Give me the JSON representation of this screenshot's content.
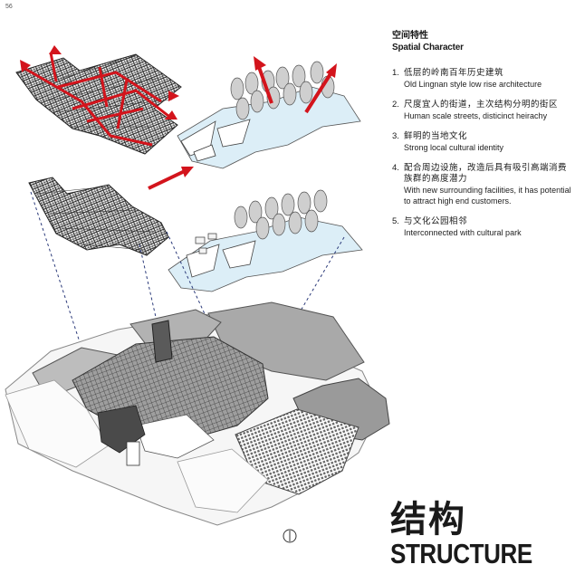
{
  "page_number": "56",
  "legend": {
    "heading_cn": "空间特性",
    "heading_en": "Spatial Character",
    "items": [
      {
        "num": "1.",
        "cn": "低层的岭南百年历史建筑",
        "en": "Old Lingnan style low rise architecture"
      },
      {
        "num": "2.",
        "cn": "尺度宜人的街道，主次结构分明的街区",
        "en": "Human scale streets, disticinct heirachy"
      },
      {
        "num": "3.",
        "cn": "鲜明的当地文化",
        "en": "Strong local cultural identity"
      },
      {
        "num": "4.",
        "cn": "配合周边设施，改造后具有吸引高端消费族群的高度潜力",
        "en": "With new surrounding facilities, it has potential to attract high end customers."
      },
      {
        "num": "5.",
        "cn": "与文化公园相邻",
        "en": "Interconnected with cultural park"
      }
    ]
  },
  "title": {
    "cn": "结构",
    "en": "STRUCTURE"
  },
  "colors": {
    "arrow_red": "#d3141c",
    "sky_blue": "#dceef7",
    "mass_gray": "#a9a9a9",
    "dark_gray": "#4a4a4a"
  }
}
